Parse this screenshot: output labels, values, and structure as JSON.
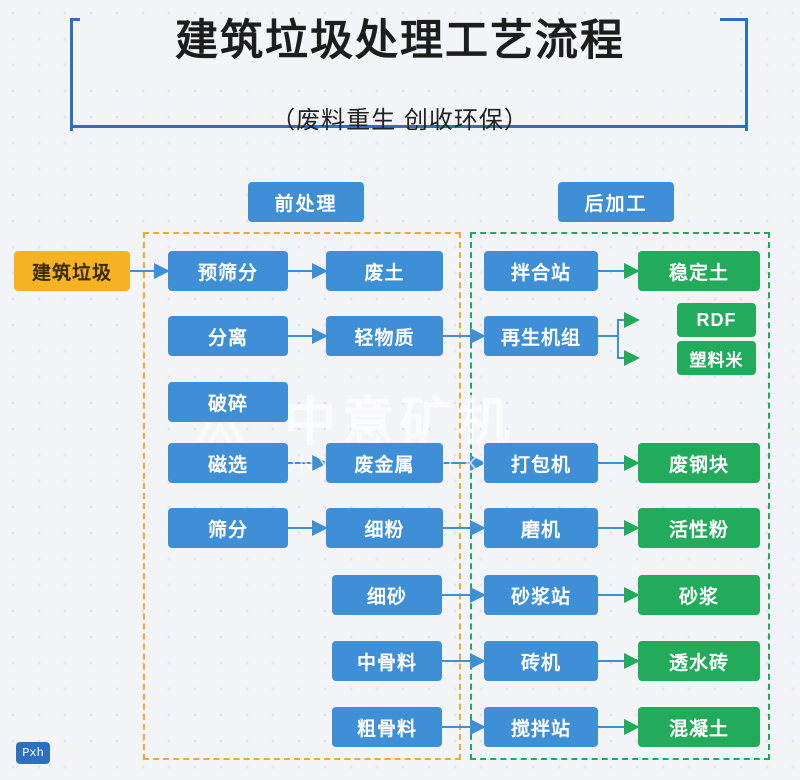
{
  "header": {
    "title": "建筑垃圾处理工艺流程",
    "subtitle": "（废料重生  创收环保）"
  },
  "watermark": {
    "cn": "中意矿机",
    "en": "ZOONYE  Zhongyi Kuangji",
    "logo_icon": "mountain-logo-icon"
  },
  "badge": {
    "label": "Pxh"
  },
  "groups": [
    {
      "name": "pre-processing",
      "label": "前处理",
      "color": "#f0a92c"
    },
    {
      "name": "post-processing",
      "label": "后加工",
      "color": "#1faa59"
    }
  ],
  "nodes": {
    "input": {
      "label": "建筑垃圾",
      "color": "#f5b324"
    },
    "stage1": [
      {
        "label": "预筛分"
      },
      {
        "label": "分离"
      },
      {
        "label": "破碎"
      },
      {
        "label": "磁选"
      },
      {
        "label": "筛分"
      }
    ],
    "stage2": [
      {
        "label": "废土"
      },
      {
        "label": "轻物质"
      },
      {
        "label": "废金属"
      },
      {
        "label": "细粉"
      },
      {
        "label": "细砂"
      },
      {
        "label": "中骨料"
      },
      {
        "label": "粗骨料"
      }
    ],
    "stage3": [
      {
        "label": "拌合站"
      },
      {
        "label": "再生机组"
      },
      {
        "label": "打包机"
      },
      {
        "label": "磨机"
      },
      {
        "label": "砂浆站"
      },
      {
        "label": "砖机"
      },
      {
        "label": "搅拌站"
      }
    ],
    "stage4": [
      {
        "label": "稳定土"
      },
      {
        "label": "RDF"
      },
      {
        "label": "塑料米"
      },
      {
        "label": "废钢块"
      },
      {
        "label": "活性粉"
      },
      {
        "label": "砂浆"
      },
      {
        "label": "透水砖"
      },
      {
        "label": "混凝土"
      }
    ]
  },
  "colors": {
    "blue": "#3e8fd6",
    "green": "#23ab5c",
    "orange": "#f5b324",
    "frame": "#2f6fc0",
    "background": "#f2f4f8"
  }
}
